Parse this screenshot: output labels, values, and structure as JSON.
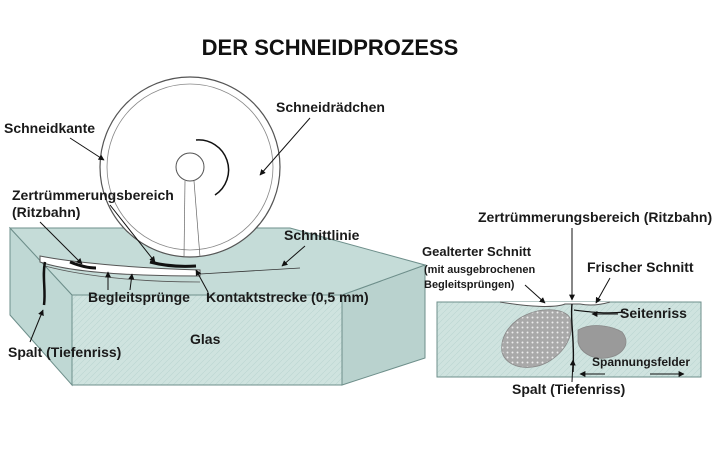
{
  "title": "DER SCHNEIDPROZESS",
  "colors": {
    "glass_face": "#cfe3df",
    "glass_top": "#c5dcd8",
    "glass_side": "#b9d2ce",
    "glass_edge": "#6e8f8b",
    "fracture": "#a9a9a9",
    "ink": "#111111"
  },
  "left_diagram": {
    "labels": {
      "cutting_wheel": "Schneidrädchen",
      "cutting_edge": "Schneidkante",
      "crush_zone_line1": "Zertrümmerungsbereich",
      "crush_zone_line2": "(Ritzbahn)",
      "cut_line": "Schnittlinie",
      "side_cracks": "Begleitsprünge",
      "contact_length": "Kontaktstrecke (0,5 mm)",
      "glass": "Glas",
      "gap": "Spalt (Tiefenriss)"
    }
  },
  "right_diagram": {
    "labels": {
      "crush_zone": "Zertrümmerungsbereich (Ritzbahn)",
      "aged_cut": "Gealterter Schnitt",
      "aged_cut_note_line1": "(mit ausgebrochenen",
      "aged_cut_note_line2": "Begleitsprüngen)",
      "fresh_cut": "Frischer Schnitt",
      "side_crack": "Seitenriss",
      "stress_fields": "Spannungsfelder",
      "gap": "Spalt (Tiefenriss)"
    }
  }
}
